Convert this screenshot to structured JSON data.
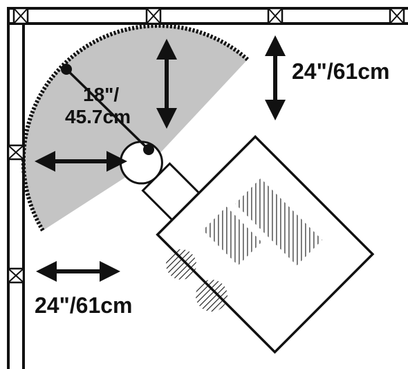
{
  "labels": {
    "radius_line1": "18\"/",
    "radius_line2": "45.7cm",
    "clearance_top": "24\"/61cm",
    "clearance_left": "24\"/61cm"
  },
  "colors": {
    "line": "#111111",
    "swing_area": "#c4c4c4",
    "background": "#ffffff"
  },
  "icons": {
    "wall_stud": "x-box",
    "chair": "circle",
    "desk": "rectangle",
    "dimension": "double-arrow"
  }
}
